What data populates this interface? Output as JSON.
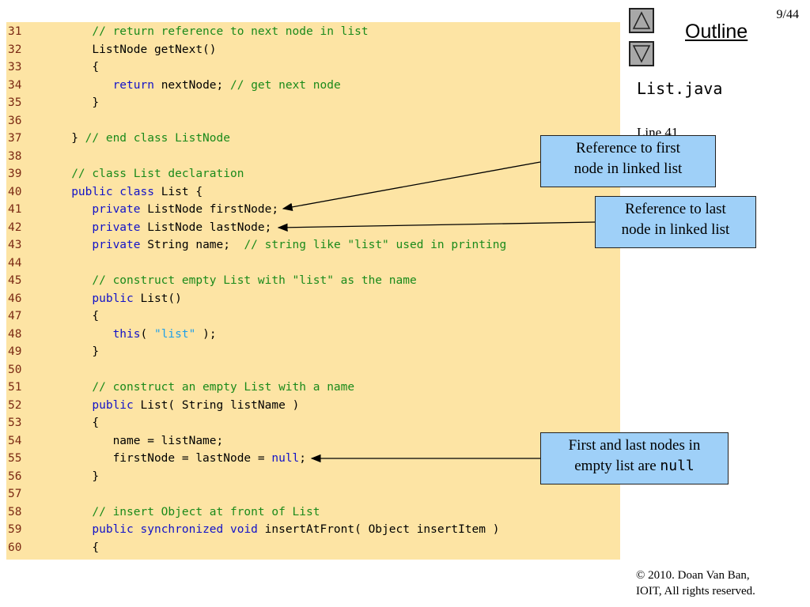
{
  "slide": {
    "page_number": "9/44",
    "outline_title": "Outline",
    "file_name": "List.java",
    "line_ref": "Line 41",
    "copyright_line1": "© 2010.  Doan Van Ban,",
    "copyright_line2": "IOIT, All rights reserved."
  },
  "nav": {
    "up_icon": "triangle-up-icon",
    "down_icon": "triangle-down-icon"
  },
  "colors": {
    "code_background": "#fde4a4",
    "keyword": "#1212c8",
    "comment": "#1a8a1a",
    "string": "#1f9fe8",
    "line_number": "#7b2a14",
    "callout_fill": "#9fd0f8"
  },
  "code_lines": [
    {
      "num": "31",
      "tokens": [
        [
          "cm",
          "      // return reference to next node in list"
        ]
      ]
    },
    {
      "num": "32",
      "tokens": [
        [
          "tx",
          "      ListNode getNext()"
        ]
      ]
    },
    {
      "num": "33",
      "tokens": [
        [
          "tx",
          "      {"
        ]
      ]
    },
    {
      "num": "34",
      "tokens": [
        [
          "tx",
          "         "
        ],
        [
          "kw",
          "return"
        ],
        [
          "tx",
          " nextNode; "
        ],
        [
          "cm",
          "// get next node"
        ]
      ]
    },
    {
      "num": "35",
      "tokens": [
        [
          "tx",
          "      }"
        ]
      ]
    },
    {
      "num": "36",
      "tokens": []
    },
    {
      "num": "37",
      "tokens": [
        [
          "tx",
          "   } "
        ],
        [
          "cm",
          "// end class ListNode"
        ]
      ]
    },
    {
      "num": "38",
      "tokens": []
    },
    {
      "num": "39",
      "tokens": [
        [
          "cm",
          "   // class List declaration"
        ]
      ]
    },
    {
      "num": "40",
      "tokens": [
        [
          "tx",
          "   "
        ],
        [
          "kw",
          "public class"
        ],
        [
          "tx",
          " List {"
        ]
      ]
    },
    {
      "num": "41",
      "tokens": [
        [
          "tx",
          "      "
        ],
        [
          "kw",
          "private"
        ],
        [
          "tx",
          " ListNode firstNode;"
        ]
      ]
    },
    {
      "num": "42",
      "tokens": [
        [
          "tx",
          "      "
        ],
        [
          "kw",
          "private"
        ],
        [
          "tx",
          " ListNode lastNode;"
        ]
      ]
    },
    {
      "num": "43",
      "tokens": [
        [
          "tx",
          "      "
        ],
        [
          "kw",
          "private"
        ],
        [
          "tx",
          " String name;  "
        ],
        [
          "cm",
          "// string like \"list\" used in printing"
        ]
      ]
    },
    {
      "num": "44",
      "tokens": []
    },
    {
      "num": "45",
      "tokens": [
        [
          "cm",
          "      // construct empty List with \"list\" as the name"
        ]
      ]
    },
    {
      "num": "46",
      "tokens": [
        [
          "tx",
          "      "
        ],
        [
          "kw",
          "public"
        ],
        [
          "tx",
          " List()"
        ]
      ]
    },
    {
      "num": "47",
      "tokens": [
        [
          "tx",
          "      {"
        ]
      ]
    },
    {
      "num": "48",
      "tokens": [
        [
          "tx",
          "         "
        ],
        [
          "kw",
          "this"
        ],
        [
          "tx",
          "( "
        ],
        [
          "st",
          "\"list\""
        ],
        [
          "tx",
          " );"
        ]
      ]
    },
    {
      "num": "49",
      "tokens": [
        [
          "tx",
          "      }"
        ]
      ]
    },
    {
      "num": "50",
      "tokens": []
    },
    {
      "num": "51",
      "tokens": [
        [
          "cm",
          "      // construct an empty List with a name"
        ]
      ]
    },
    {
      "num": "52",
      "tokens": [
        [
          "tx",
          "      "
        ],
        [
          "kw",
          "public"
        ],
        [
          "tx",
          " List( String listName )"
        ]
      ]
    },
    {
      "num": "53",
      "tokens": [
        [
          "tx",
          "      {"
        ]
      ]
    },
    {
      "num": "54",
      "tokens": [
        [
          "tx",
          "         name = listName;"
        ]
      ]
    },
    {
      "num": "55",
      "tokens": [
        [
          "tx",
          "         firstNode = lastNode = "
        ],
        [
          "kw",
          "null"
        ],
        [
          "tx",
          ";"
        ]
      ]
    },
    {
      "num": "56",
      "tokens": [
        [
          "tx",
          "      }"
        ]
      ]
    },
    {
      "num": "57",
      "tokens": []
    },
    {
      "num": "58",
      "tokens": [
        [
          "cm",
          "      // insert Object at front of List"
        ]
      ]
    },
    {
      "num": "59",
      "tokens": [
        [
          "tx",
          "      "
        ],
        [
          "kw",
          "public synchronized void"
        ],
        [
          "tx",
          " insertAtFront( Object insertItem )"
        ]
      ]
    },
    {
      "num": "60",
      "tokens": [
        [
          "tx",
          "      {"
        ]
      ]
    }
  ],
  "callouts": {
    "first_ref_line1": "Reference to first",
    "first_ref_line2": "node in linked list",
    "last_ref_line1": "Reference to last",
    "last_ref_line2": "node in linked list",
    "null_line1": "First and last nodes in",
    "null_line2": "empty list are ",
    "null_code": "null"
  }
}
